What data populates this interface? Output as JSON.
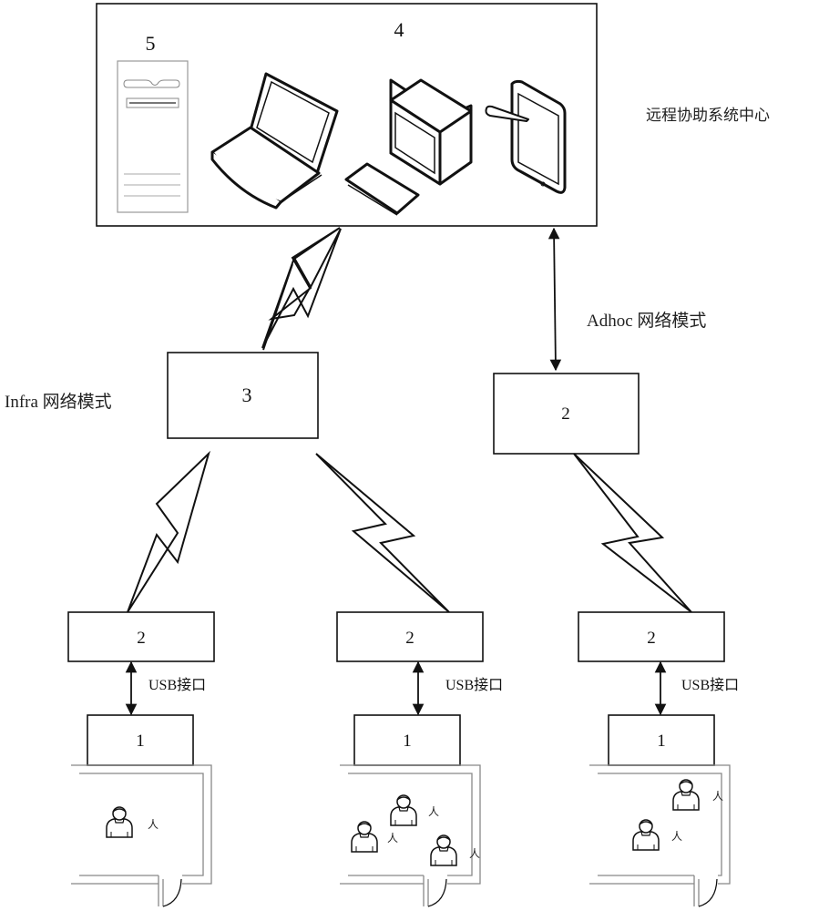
{
  "center": {
    "number": "4",
    "server_number": "5",
    "label": "远程协助系统中心",
    "devices": [
      "server-icon",
      "laptop-icon",
      "desktop-monitor-icon",
      "keyboard-icon",
      "tablet-with-stylus-icon"
    ]
  },
  "infra": {
    "number": "3",
    "label": "Infra 网络模式"
  },
  "adhoc": {
    "number": "2",
    "label": "Adhoc 网络模式"
  },
  "stations": [
    {
      "module2": "2",
      "module1": "1",
      "link_label": "USB接口",
      "people": [
        "人"
      ]
    },
    {
      "module2": "2",
      "module1": "1",
      "link_label": "USB接口",
      "people": [
        "人",
        "人",
        "人"
      ]
    },
    {
      "module2": "2",
      "module1": "1",
      "link_label": "USB接口",
      "people": [
        "人",
        "人"
      ]
    }
  ]
}
